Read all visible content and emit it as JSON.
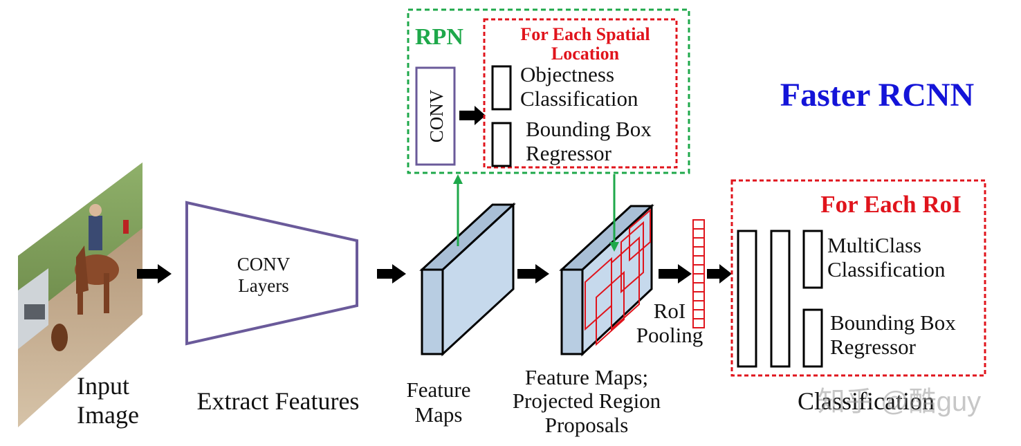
{
  "title": "Faster RCNN",
  "input": {
    "line1": "Input",
    "line2": "Image"
  },
  "extract": {
    "box_line1": "CONV",
    "box_line2": "Layers",
    "caption": "Extract Features"
  },
  "feature_maps": {
    "line1": "Feature",
    "line2": "Maps"
  },
  "projected": {
    "line1": "Feature Maps;",
    "line2": "Projected Region",
    "line3": "Proposals"
  },
  "rpn": {
    "label": "RPN",
    "conv": "CONV",
    "header_line1": "For Each Spatial",
    "header_line2": "Location",
    "objectness_line1": "Objectness",
    "objectness_line2": "Classification",
    "bbox_line1": "Bounding Box",
    "bbox_line2": "Regressor"
  },
  "roi_pooling": {
    "line1": "RoI",
    "line2": "Pooling"
  },
  "roi_head": {
    "header": "For Each RoI",
    "multiclass_line1": "MultiClass",
    "multiclass_line2": "Classification",
    "bbox_line1": "Bounding Box",
    "bbox_line2": "Regressor"
  },
  "classification": "Classification",
  "watermark": "知乎 @酷guy",
  "colors": {
    "rpn_green": "#1ea84a",
    "header_red": "#e0141c",
    "title_blue": "#1414d8",
    "conv_purple": "#6a5a9a",
    "feature_blue": "#c6d9ec"
  }
}
